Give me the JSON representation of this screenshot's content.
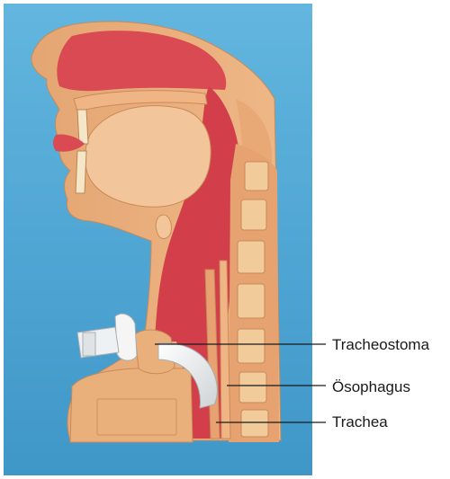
{
  "labels": {
    "tracheostoma": "Tracheostoma",
    "oesophagus": "Ösophagus",
    "trachea": "Trachea"
  },
  "colors": {
    "background_panel": "#5aaed8",
    "tissue_skin": "#e9b07c",
    "tissue_light": "#f2c99c",
    "mucosa_red": "#d84a52",
    "mucosa_deep": "#c93a45",
    "vertebra": "#f0c896",
    "cannula_white": "#f3f3f3",
    "leader_line": "#1a1a1a"
  }
}
